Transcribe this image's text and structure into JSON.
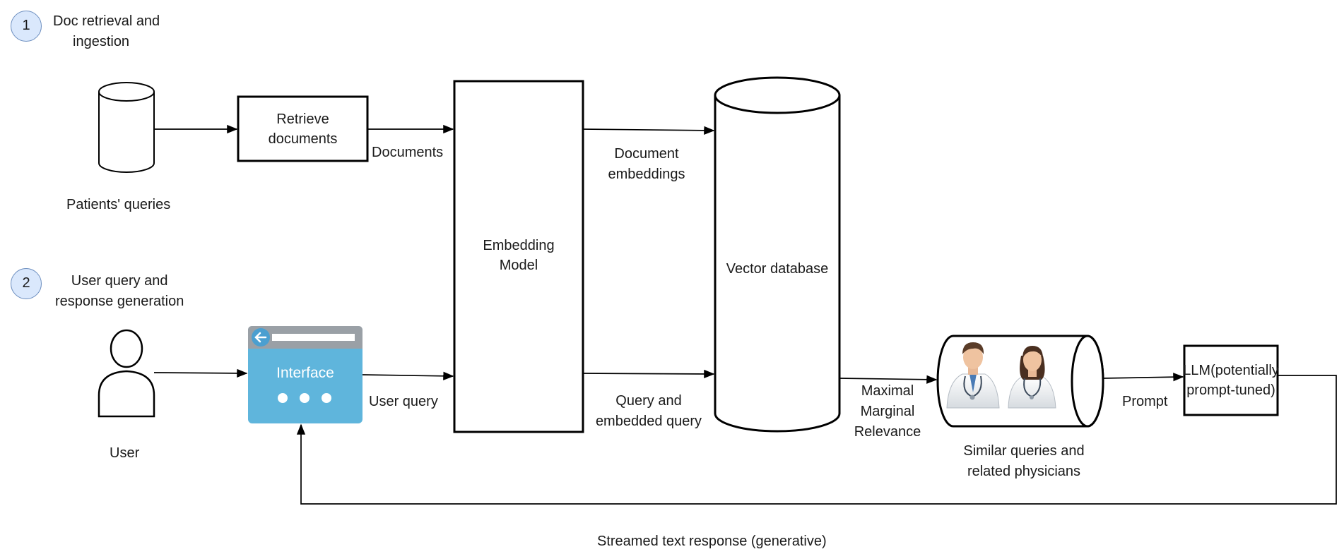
{
  "steps": [
    {
      "number": "1",
      "title_line1": "Doc retrieval and",
      "title_line2": "ingestion"
    },
    {
      "number": "2",
      "title_line1": "User query and",
      "title_line2": "response generation"
    }
  ],
  "nodes": {
    "patients_queries": "Patients' queries",
    "retrieve_line1": "Retrieve",
    "retrieve_line2": "documents",
    "embedding_line1": "Embedding",
    "embedding_line2": "Model",
    "vector_db": "Vector database",
    "user": "User",
    "interface": "Interface",
    "similar_line1": "Similar queries and",
    "similar_line2": "related physicians",
    "llm_line1": "LLM(potentially",
    "llm_line2": "prompt-tuned)"
  },
  "edges": {
    "documents": "Documents",
    "doc_emb_line1": "Document",
    "doc_emb_line2": "embeddings",
    "user_query": "User query",
    "query_emb_line1": "Query and",
    "query_emb_line2": "embedded query",
    "mmr_line1": "Maximal",
    "mmr_line2": "Marginal",
    "mmr_line3": "Relevance",
    "prompt": "Prompt",
    "streamed": "Streamed text response (generative)"
  },
  "colors": {
    "step_fill": "#dae8fc",
    "step_stroke": "#6c8ebf",
    "interface_fill": "#5fb5dc",
    "interface_bar": "#9aa0a6",
    "line": "#000000"
  },
  "icon_names": {
    "user": "user-icon",
    "interface": "browser-window-icon",
    "back_arrow": "back-arrow-icon",
    "database": "database-icon",
    "male_doctor": "male-doctor-icon",
    "female_doctor": "female-doctor-icon"
  }
}
